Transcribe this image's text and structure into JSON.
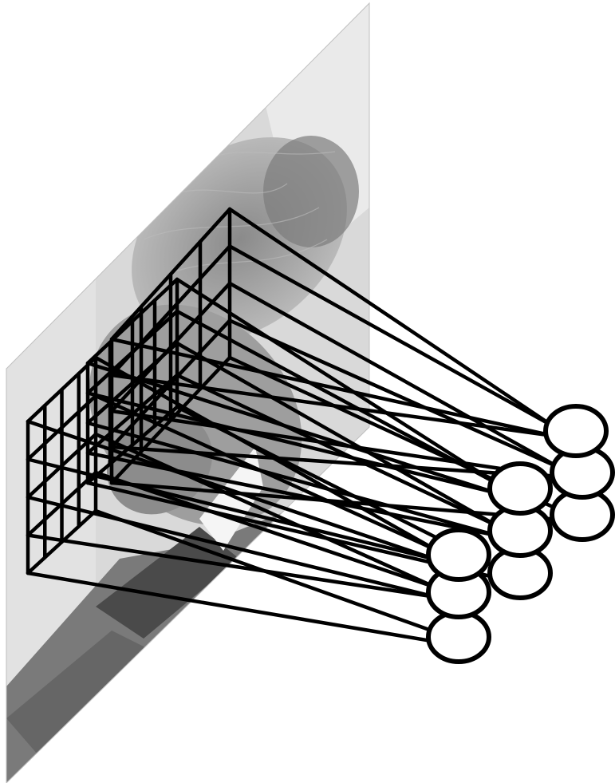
{
  "figure": {
    "subject": "convolutional-receptive-fields-diagram",
    "image_plane": {
      "content": "grayscale-portrait-photo",
      "tone_colors": [
        "#f2f2f2",
        "#d6d6d6",
        "#a9a9a9",
        "#777777",
        "#3a3a3a"
      ]
    },
    "line_color": "#000000",
    "neuron_fill": "#ffffff",
    "neuron_stroke": "#000000",
    "filters": [
      {
        "id": "filter-1",
        "color": "#000000"
      },
      {
        "id": "filter-2",
        "color": "#000000"
      },
      {
        "id": "filter-3",
        "color": "#000000"
      }
    ],
    "neuron_columns": 3,
    "neurons_per_column": 3
  }
}
